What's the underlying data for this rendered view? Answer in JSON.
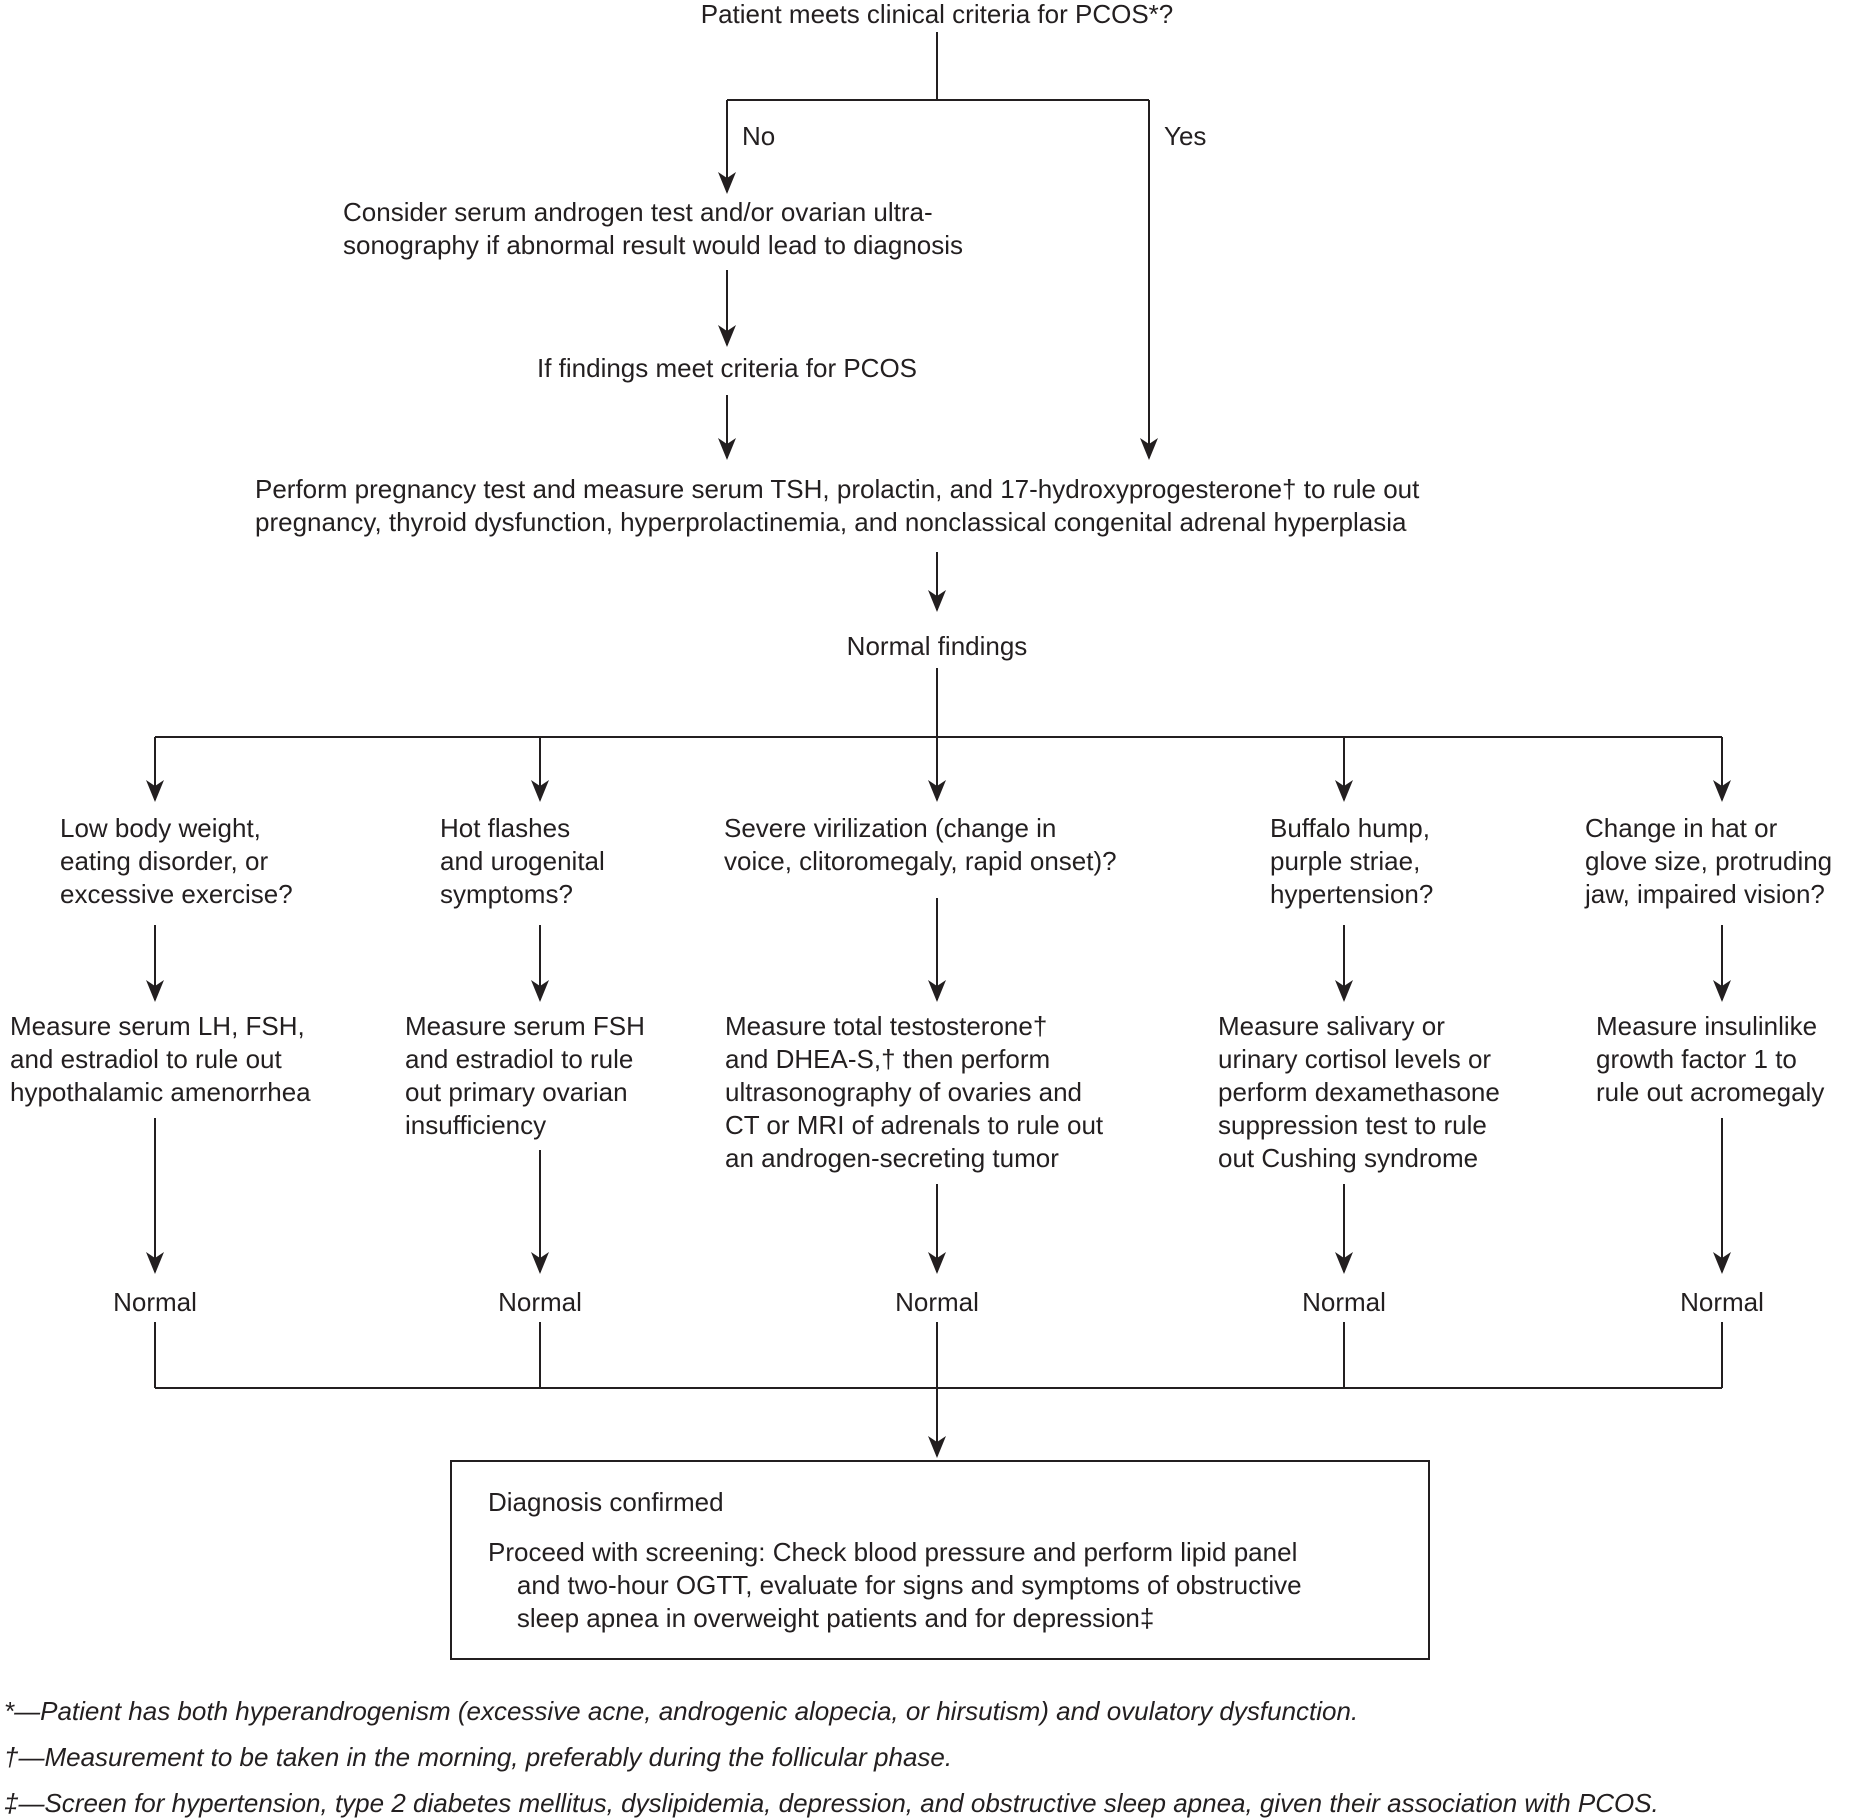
{
  "flowchart": {
    "title": "Patient meets clinical criteria for PCOS*?",
    "branch_no_label": "No",
    "branch_yes_label": "Yes",
    "consider_node": "Consider serum androgen test and/or ovarian ultra-\nsonography if abnormal result would lead to diagnosis",
    "if_findings_node": "If findings meet criteria for PCOS",
    "perform_tests_node": "Perform pregnancy test and measure serum TSH, prolactin, and 17-hydroxyprogesterone† to rule out\npregnancy, thyroid dysfunction, hyperprolactinemia, and nonclassical congenital adrenal hyperplasia",
    "normal_findings_node": "Normal findings",
    "columns": [
      {
        "question": "Low body weight,\neating disorder, or\nexcessive exercise?",
        "action": "Measure serum LH, FSH,\nand estradiol to rule out\nhypothalamic amenorrhea",
        "result": "Normal"
      },
      {
        "question": "Hot flashes\nand urogenital\nsymptoms?",
        "action": "Measure serum FSH\nand estradiol to rule\nout primary ovarian\ninsufficiency",
        "result": "Normal"
      },
      {
        "question": "Severe virilization (change in\nvoice, clitoromegaly, rapid onset)?",
        "action": "Measure total testosterone†\nand DHEA-S,† then perform\nultrasonography of ovaries and\nCT or MRI of adrenals to rule out\nan androgen-secreting tumor",
        "result": "Normal"
      },
      {
        "question": "Buffalo hump,\npurple striae,\nhypertension?",
        "action": "Measure salivary or\nurinary cortisol levels or\nperform dexamethasone\nsuppression test to rule\nout Cushing syndrome",
        "result": "Normal"
      },
      {
        "question": "Change in hat or\nglove size, protruding\njaw, impaired vision?",
        "action": "Measure insulinlike\ngrowth factor 1 to\nrule out acromegaly",
        "result": "Normal"
      }
    ],
    "diagnosis": {
      "title": "Diagnosis confirmed",
      "body": "Proceed with screening: Check blood pressure and perform lipid panel\n    and two-hour OGTT, evaluate for signs and symptoms of obstructive\n    sleep apnea in overweight patients and for depression‡"
    },
    "footnotes": [
      "*—Patient has both hyperandrogenism (excessive acne, androgenic alopecia, or hirsutism) and ovulatory dysfunction.",
      "†—Measurement to be taken in the morning, preferably during the follicular phase.",
      "‡—Screen for hypertension, type 2 diabetes mellitus, dyslipidemia, depression, and obstructive sleep apnea, given their association with PCOS."
    ],
    "colors": {
      "line": "#231f20",
      "text": "#231f20",
      "background": "#ffffff"
    }
  }
}
